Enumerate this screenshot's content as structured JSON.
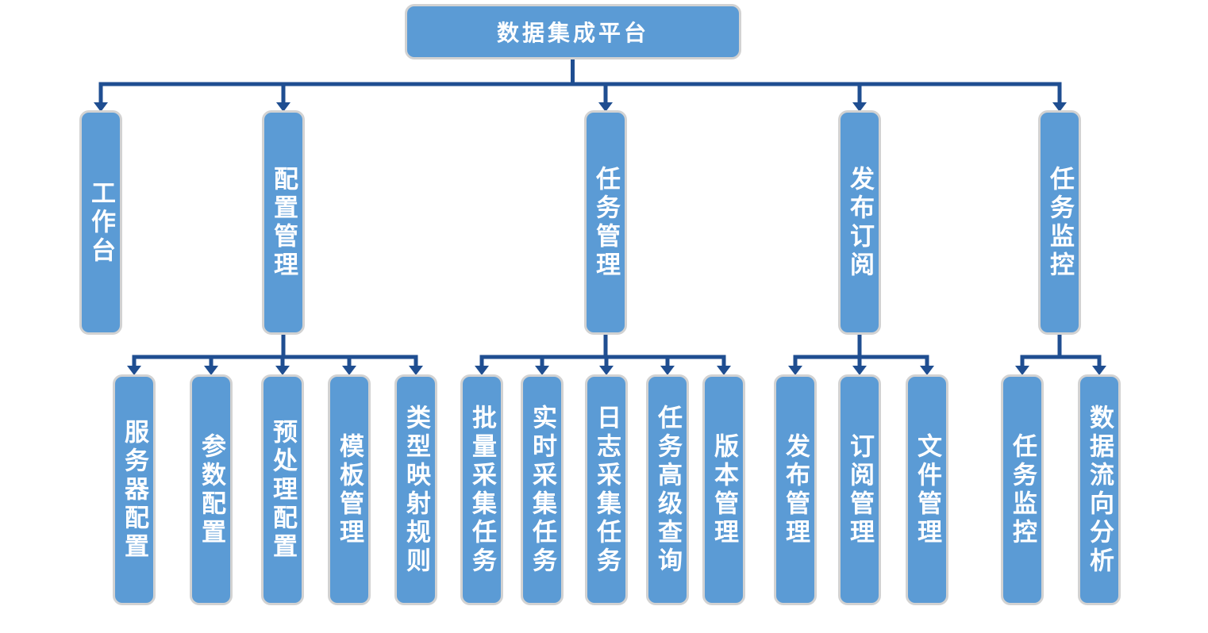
{
  "diagram": {
    "root": {
      "label": "数据集成平台"
    },
    "branches": [
      {
        "label": "工作台",
        "children": []
      },
      {
        "label": "配置管理",
        "children": [
          "服务器配置",
          "参数配置",
          "预处理配置",
          "模板管理",
          "类型映射规则"
        ]
      },
      {
        "label": "任务管理",
        "children": [
          "批量采集任务",
          "实时采集任务",
          "日志采集任务",
          "任务高级查询",
          "版本管理"
        ]
      },
      {
        "label": "发布订阅",
        "children": [
          "发布管理",
          "订阅管理",
          "文件管理"
        ]
      },
      {
        "label": "任务监控",
        "children": [
          "任务监控",
          "数据流向分析"
        ]
      }
    ]
  },
  "colors": {
    "node_fill": "#5B9BD5",
    "node_border": "#D2D2D2",
    "node_text": "#FFFFFF",
    "connector": "#1F4E91",
    "background": "#FFFFFF"
  }
}
